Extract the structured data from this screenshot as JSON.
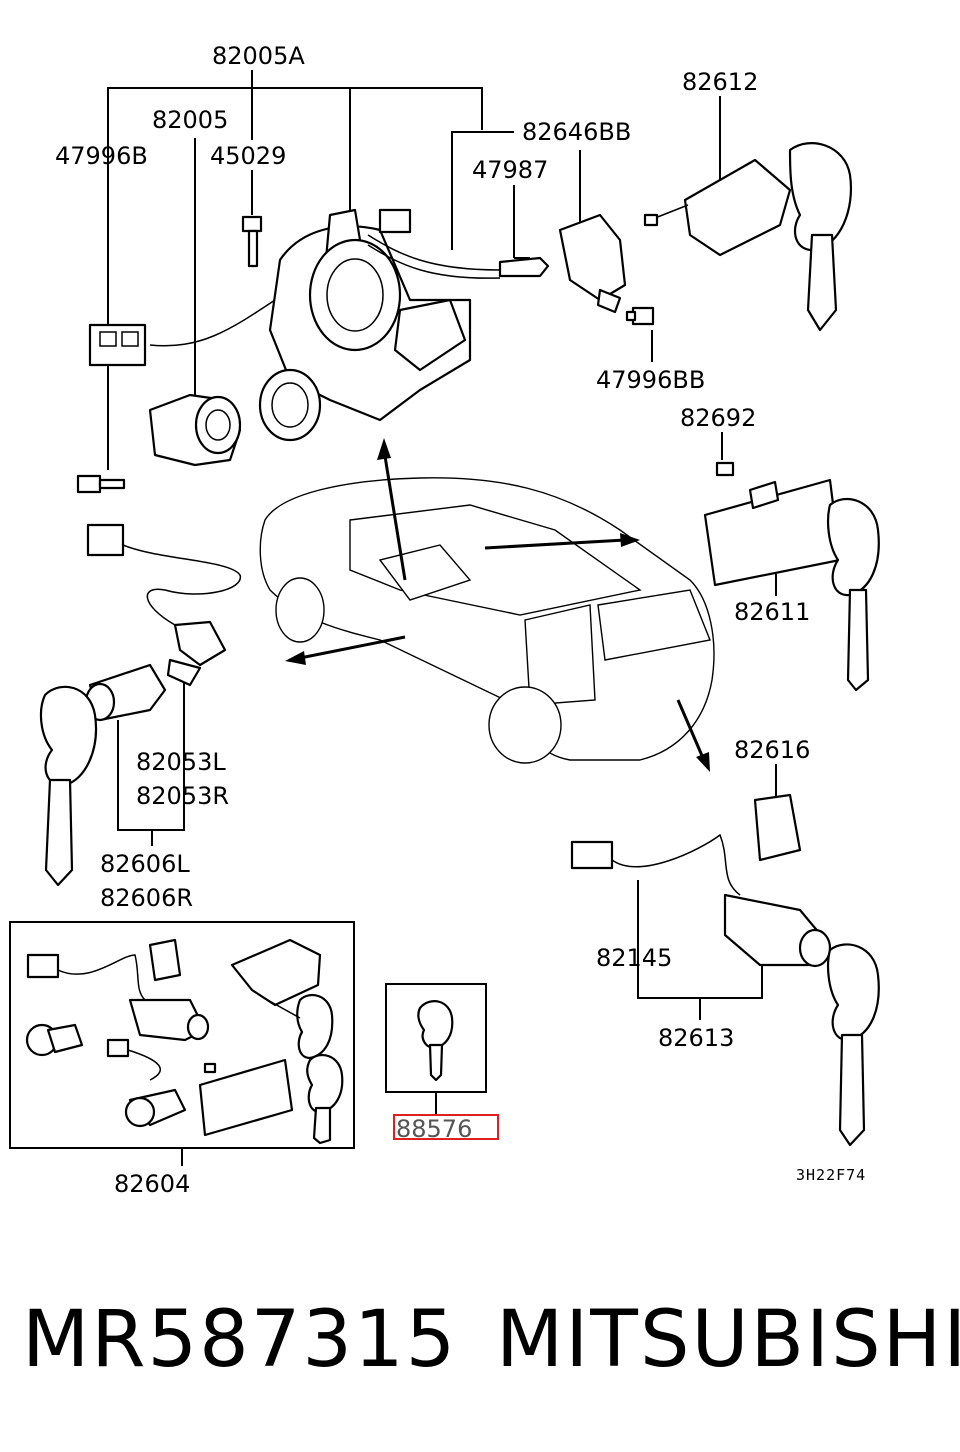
{
  "parts": {
    "p82005A": "82005A",
    "p82005": "82005",
    "p47996B": "47996B",
    "p45029": "45029",
    "p82646BB": "82646BB",
    "p47987": "47987",
    "p82612": "82612",
    "p47996BB": "47996BB",
    "p82692": "82692",
    "p82611": "82611",
    "p82053L": "82053L",
    "p82053R": "82053R",
    "p82606L": "82606L",
    "p82606R": "82606R",
    "p82616": "82616",
    "p82145": "82145",
    "p82613": "82613",
    "p82604": "82604",
    "p88576": "88576"
  },
  "diagram_code": "3H22F74",
  "footer": {
    "part_number": "MR587315",
    "brand": "MITSUBISHI"
  },
  "highlight_color": "#e02020"
}
